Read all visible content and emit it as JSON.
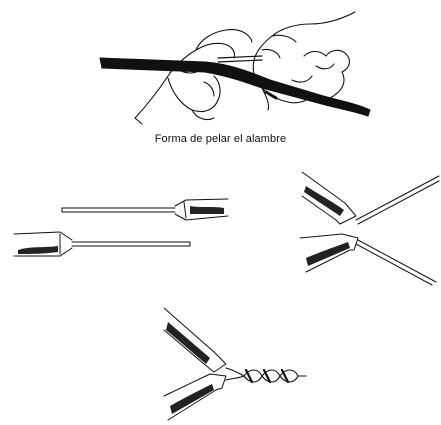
{
  "caption": "Forma de pelar el alambre",
  "figures": {
    "stripping_hands": "hands-stripping-wire-illustration",
    "parallel_wires": "stripped-wires-parallel-illustration",
    "crossed_wires": "stripped-wires-crossed-illustration",
    "twisted_splice": "twisted-wire-splice-illustration"
  }
}
